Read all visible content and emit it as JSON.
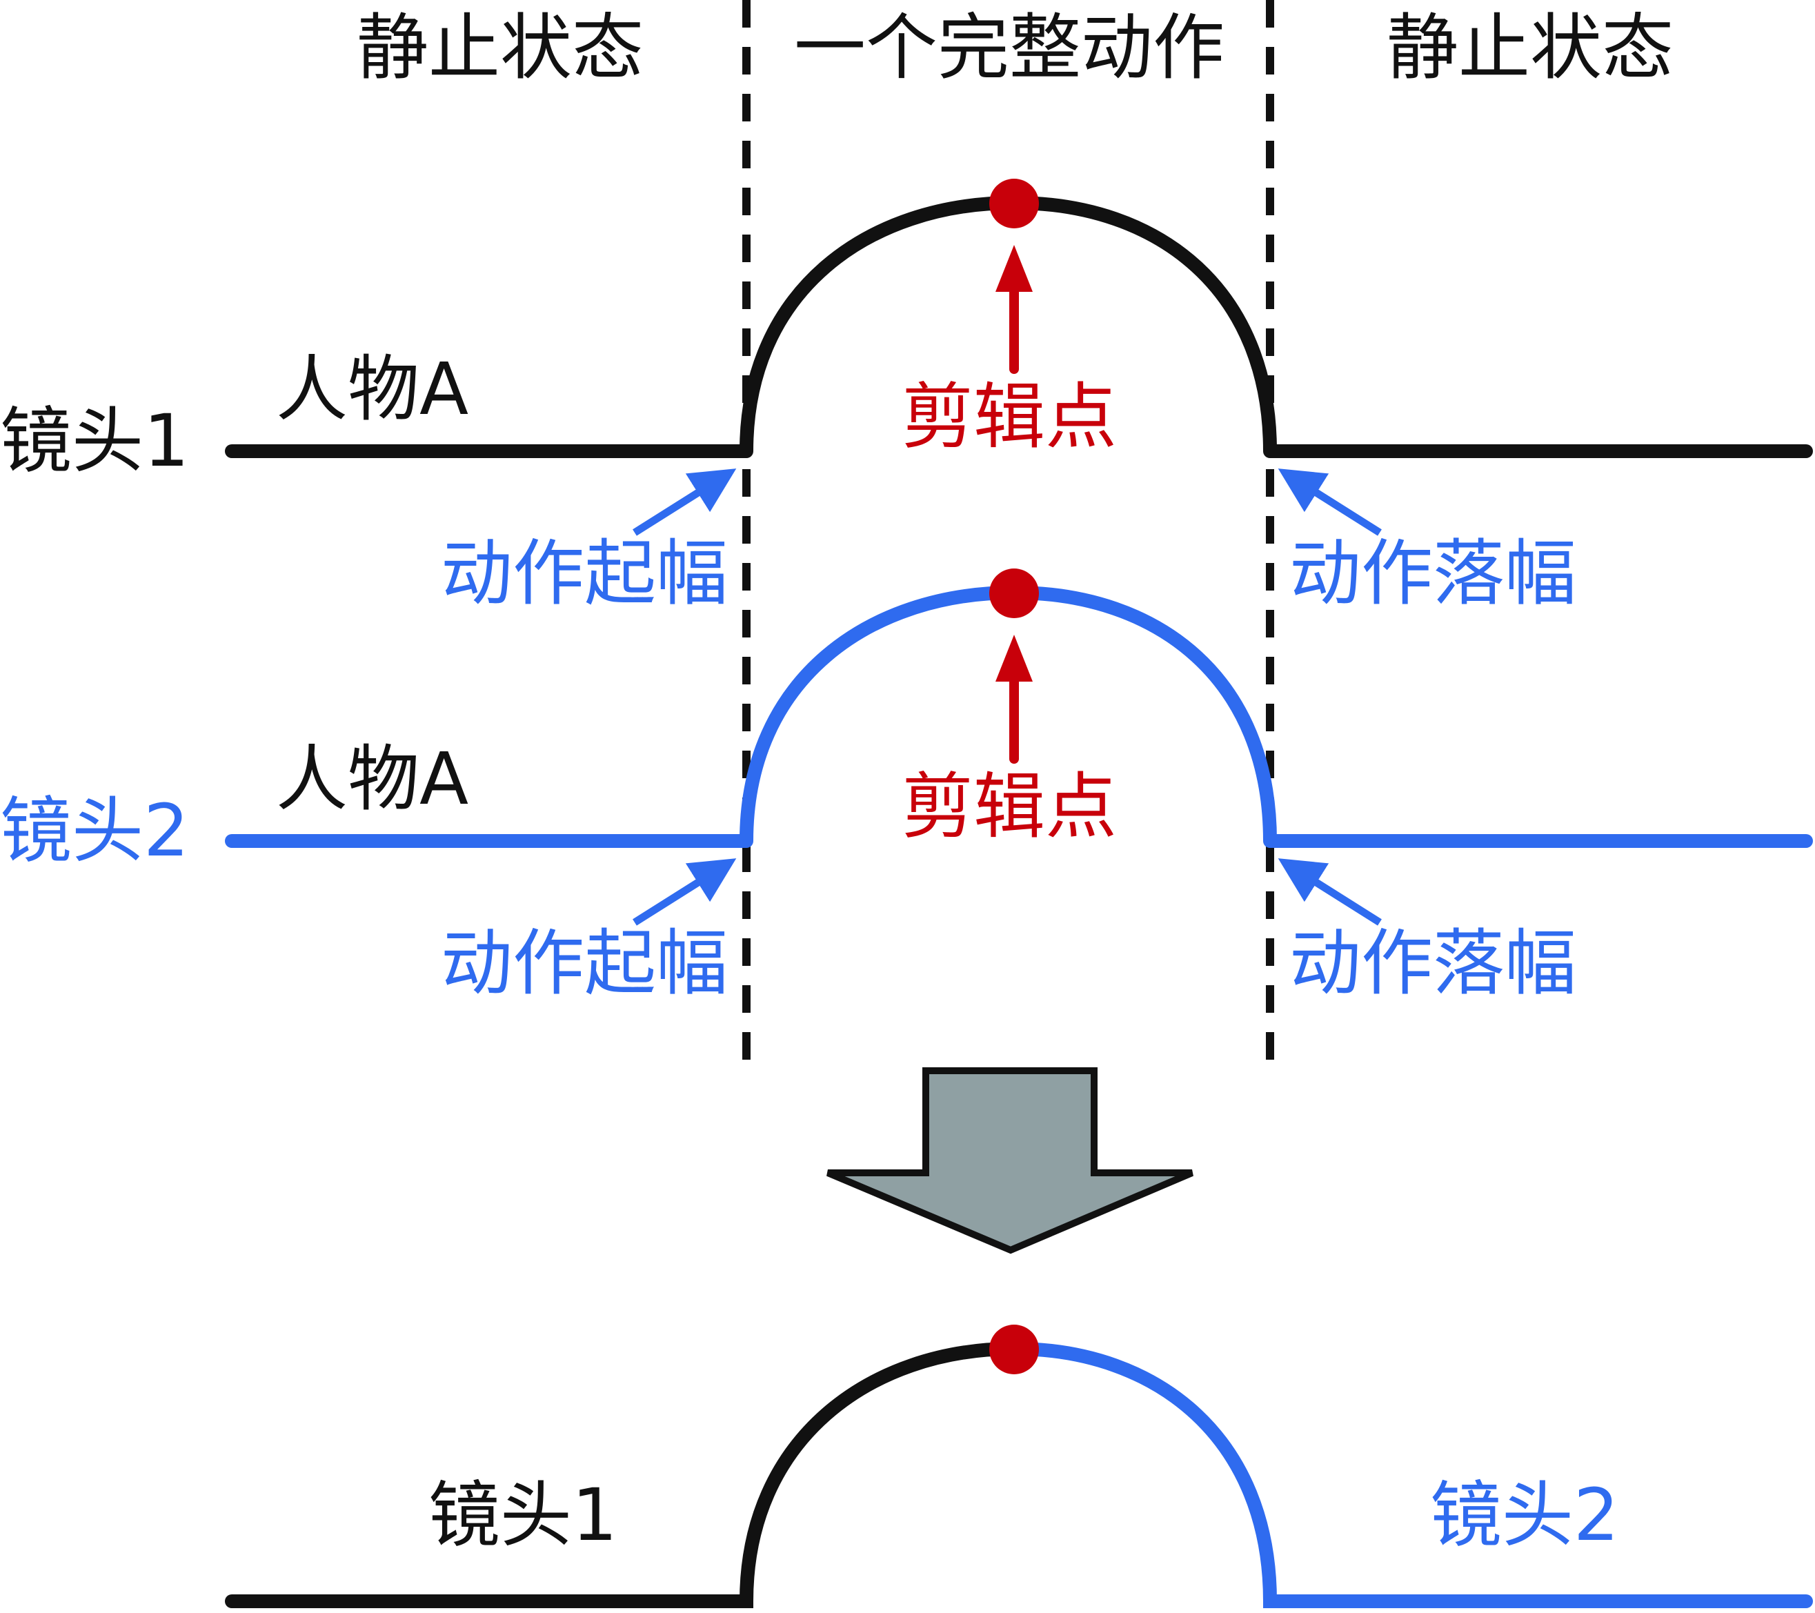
{
  "headers": {
    "left": "静止状态",
    "middle": "一个完整动作",
    "right": "静止状态"
  },
  "shot1": {
    "label": "镜头1",
    "subject": "人物A",
    "cut_point": "剪辑点",
    "start": "动作起幅",
    "end": "动作落幅"
  },
  "shot2": {
    "label": "镜头2",
    "subject": "人物A",
    "cut_point": "剪辑点",
    "start": "动作起幅",
    "end": "动作落幅"
  },
  "result": {
    "left_label": "镜头1",
    "right_label": "镜头2"
  },
  "colors": {
    "shot1": "#111111",
    "shot2": "#2f6bef",
    "cut": "#c8000a",
    "arrow_fill": "#8fa0a3"
  }
}
